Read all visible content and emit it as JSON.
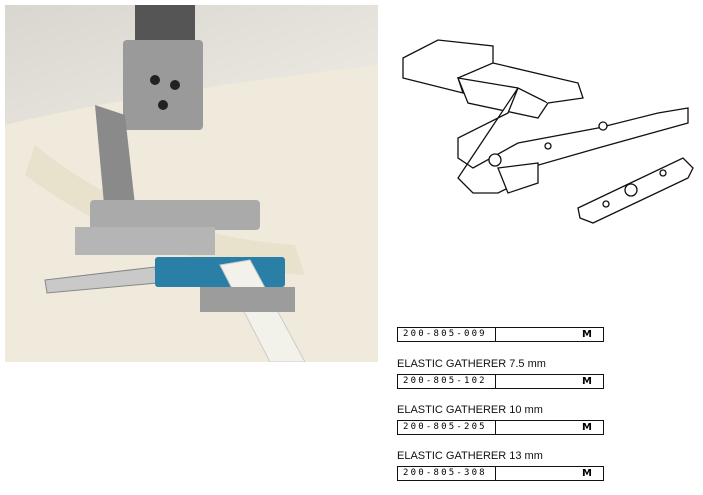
{
  "items": [
    {
      "label": null,
      "code": "200-805-009",
      "mark": "M"
    },
    {
      "label": "ELASTIC GATHERER 7.5 mm",
      "code": "200-805-102",
      "mark": "M"
    },
    {
      "label": "ELASTIC GATHERER 10 mm",
      "code": "200-805-205",
      "mark": "M"
    },
    {
      "label": "ELASTIC GATHERER 13 mm",
      "code": "200-805-308",
      "mark": "M"
    }
  ]
}
